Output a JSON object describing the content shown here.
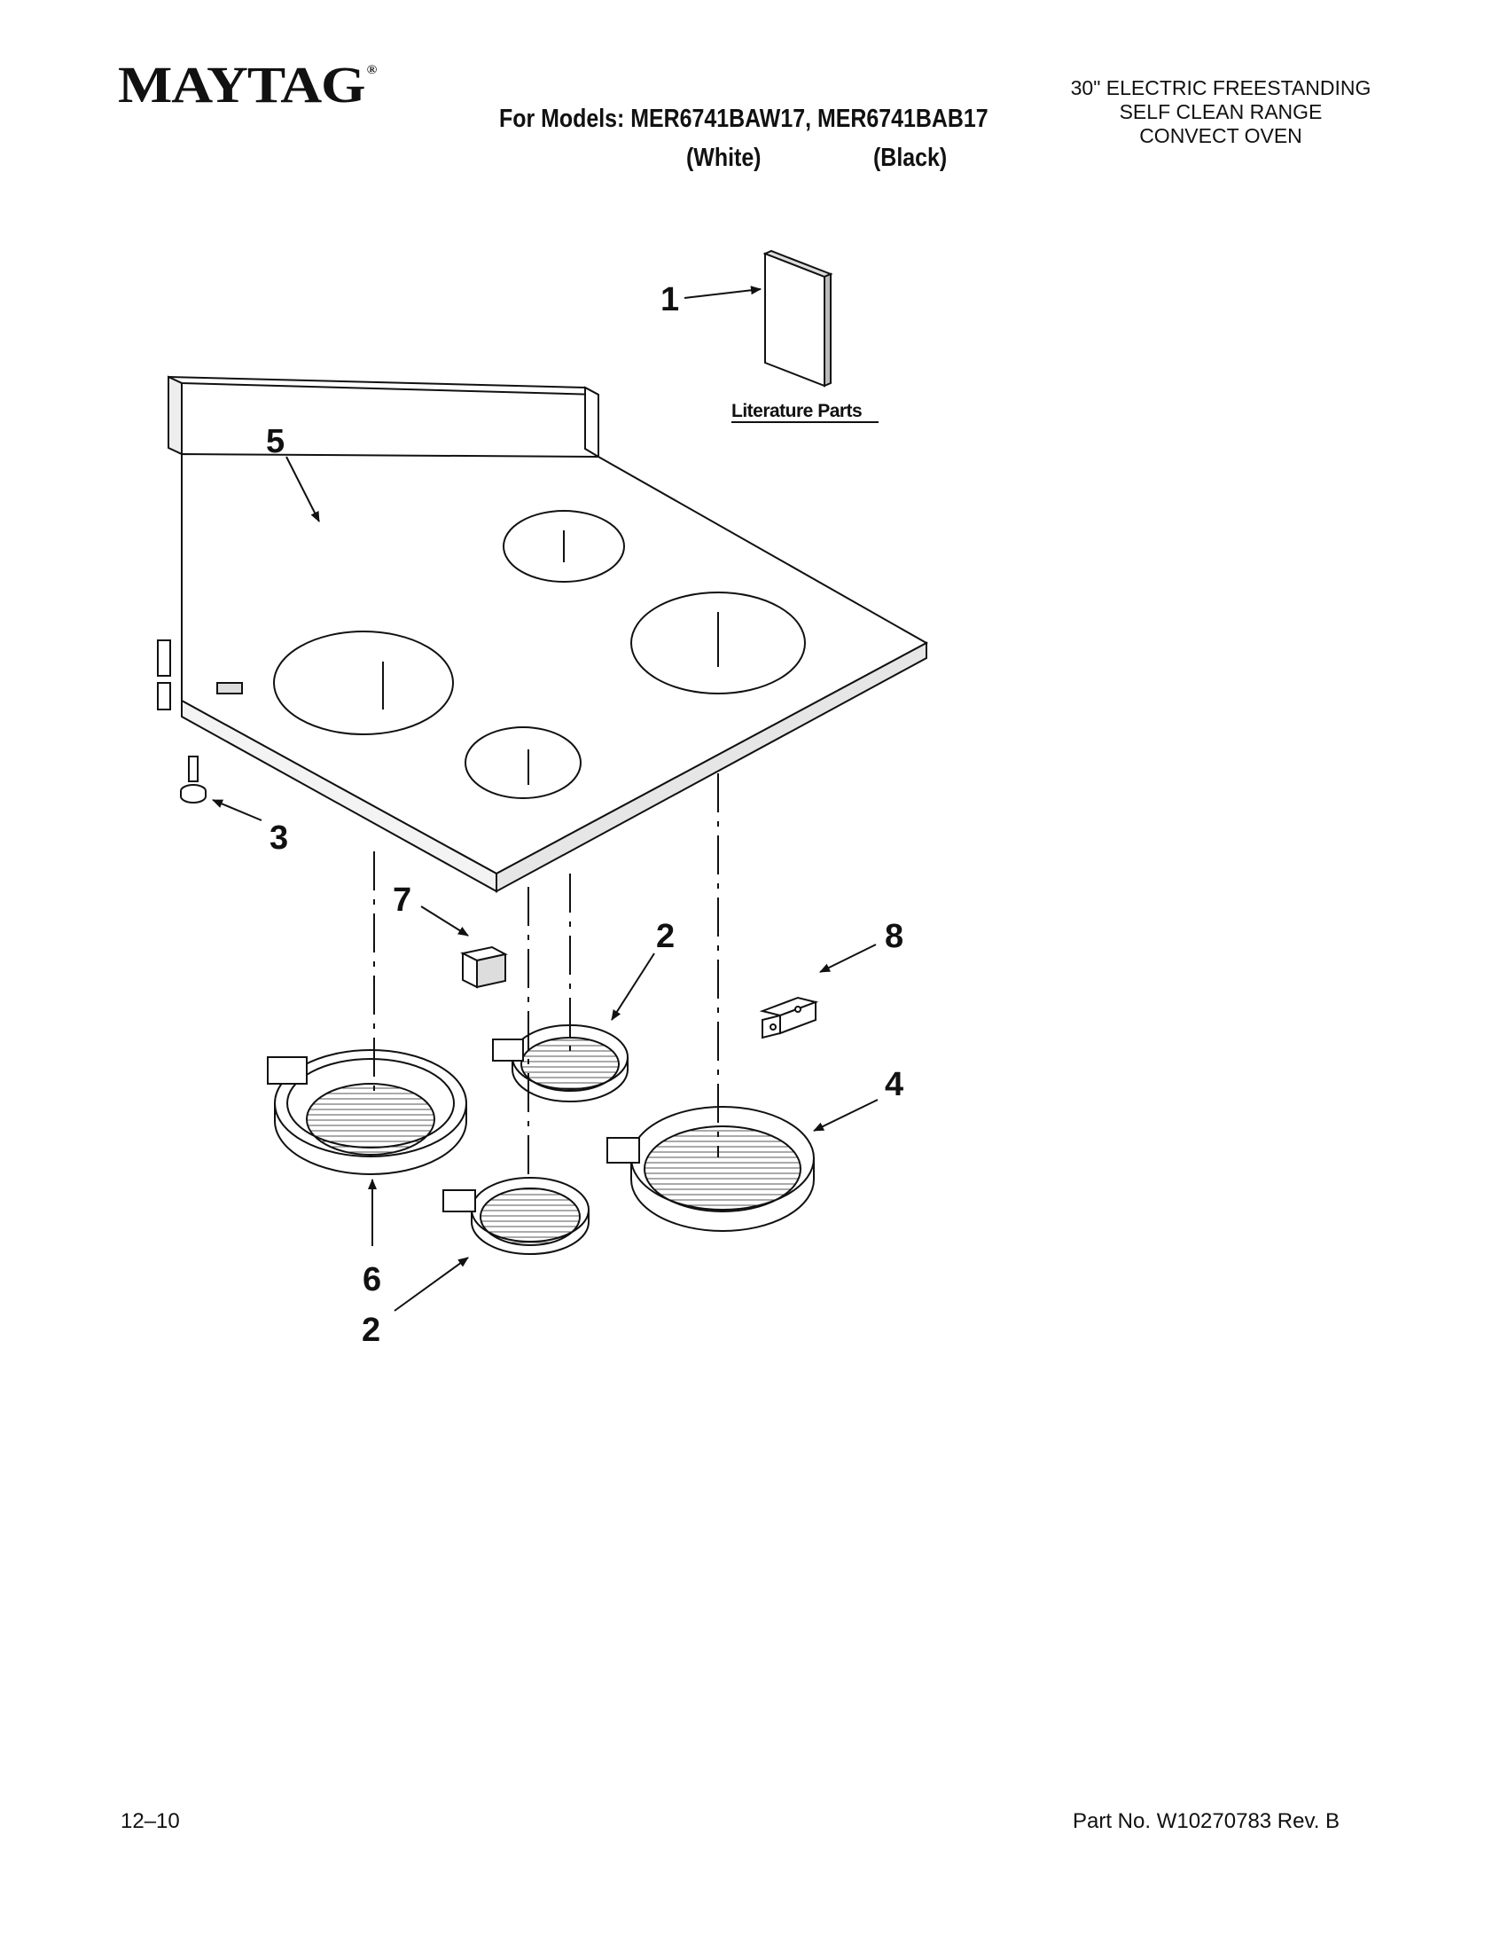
{
  "header": {
    "brand": "MAYTAG",
    "brand_mark": "®",
    "models_line": "For Models: MER6741BAW17, MER6741BAB17",
    "color_white": "(White)",
    "color_black": "(Black)",
    "product_lines": [
      "30\" ELECTRIC FREESTANDING",
      "SELF CLEAN RANGE",
      "CONVECT OVEN"
    ]
  },
  "diagram": {
    "literature_label": "Literature Parts",
    "callouts": [
      "1",
      "2",
      "3",
      "4",
      "5",
      "6",
      "7",
      "8",
      "2"
    ]
  },
  "footer": {
    "date_code": "12–10",
    "part_number": "Part No. W10270783 Rev. B"
  }
}
